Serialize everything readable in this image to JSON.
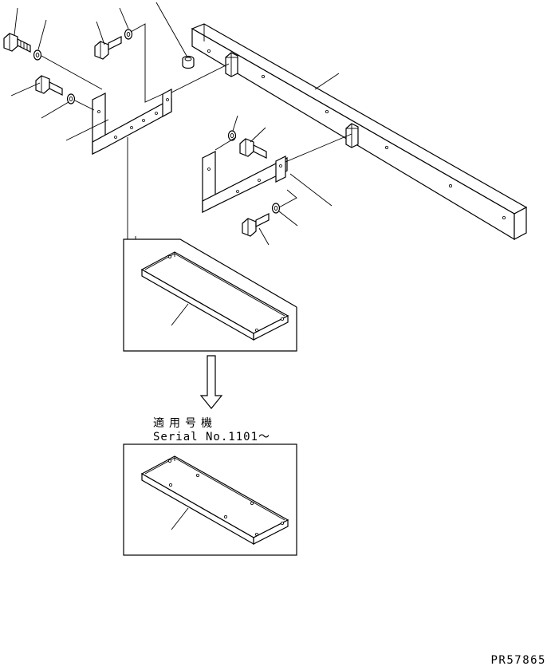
{
  "note": {
    "applicable_label": "適用号機",
    "serial_label": "Serial No.1101〜"
  },
  "drawing_number": "PR57865"
}
